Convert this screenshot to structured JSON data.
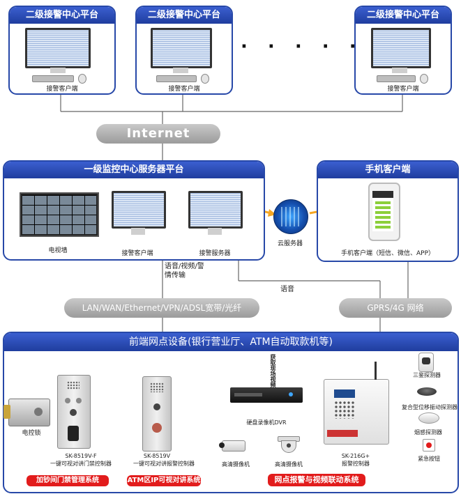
{
  "top_centers": [
    {
      "title": "二级接警中心平台",
      "client": "接警客户端"
    },
    {
      "title": "二级接警中心平台",
      "client": "接警客户端"
    },
    {
      "title": "二级接警中心平台",
      "client": "接警客户端"
    }
  ],
  "ellipsis": "· · · · · ·",
  "internet": "Internet",
  "server_platform": {
    "title": "一级监控中心服务器平台",
    "video_wall": "电视墙",
    "client": "接警客户端",
    "server": "接警服务器"
  },
  "cloud_server": "云服务器",
  "mobile": {
    "title": "手机客户端",
    "desc": "手机客户端（短信、微信、APP）"
  },
  "links": {
    "voice_video": "语音/视频/警情传输",
    "voice": "语音",
    "network": "LAN/WAN/Ethernet/VPN/ADSL宽带/光纤",
    "gprs": "GPRS/4G 网络",
    "capture": "获取现场视频"
  },
  "frontend": {
    "title": "前端网点设备(银行营业厅、ATM自动取款机等)",
    "lock": "电控锁",
    "door_model": "SK-8519V-F",
    "door_desc": "一键可视对讲门禁控制器",
    "atm_model": "SK-8519V",
    "atm_desc": "一键可视对讲报警控制器",
    "dvr": "硬盘录像机DVR",
    "cam1": "高清摄像机",
    "cam2": "高清摄像机",
    "alarm_model": "SK-216G+",
    "alarm_desc": "报警控制器",
    "sensors": [
      "三鉴探测器",
      "复合型位移振动探测器",
      "烟感探测器",
      "紧急按钮"
    ],
    "system1": "加钞间门禁管理系统",
    "system2": "ATM区IP可视对讲系统",
    "system3": "网点报警与视频联动系统"
  }
}
